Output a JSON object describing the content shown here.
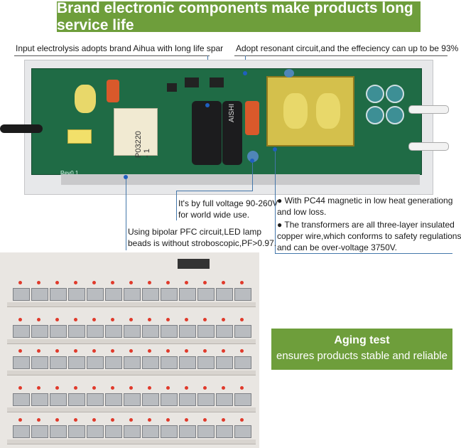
{
  "banner": {
    "title": "Brand electronic components make products long service life"
  },
  "notes": {
    "electrolysis": "Input electrolysis adopts brand Aihua with long life spar",
    "resonant": "Adopt resonant circuit,and the effeciency can up to be 93%",
    "voltage_l1": "It's by full voltage 90-260V",
    "voltage_l2": "for world wide use.",
    "pc44_l1": "● With PC44 magnetic in low heat generationg",
    "pc44_l2": "and low loss.",
    "transformers_l1": "● The transformers are all three-layer insulated",
    "transformers_l2": "copper wire,which conforms to safety regulations",
    "transformers_l3": "and can be over-voltage 3750V.",
    "pfc_l1": "Using bipolar PFC circuit,LED lamp",
    "pfc_l2": "beads is without stroboscopic,PF>0.97."
  },
  "pcb": {
    "version": "Rev0.1",
    "part_label": "P03220 - 1",
    "cap_brand": "AISHI"
  },
  "aging_box": {
    "title": "Aging test",
    "subtitle": "ensures products stable and reliable"
  },
  "colors": {
    "accent": "#6e9e3b",
    "pointer": "#1f5fbf",
    "pcb": "#1f6b45"
  }
}
